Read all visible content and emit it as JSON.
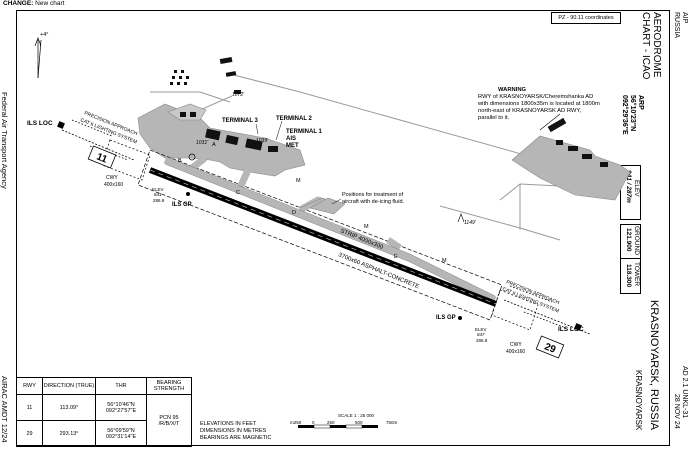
{
  "change": {
    "label": "CHANGE:",
    "text": "New chart"
  },
  "coord_system": "PZ - 90.11 coordinates",
  "agency": "Federal Air Transport Agency",
  "amdt": "AIRAC AMDT 12/24",
  "header": {
    "aip": "AIP",
    "country": "RUSSIA",
    "chart_title": "AERODROME",
    "chart_subtitle": "CHART - ICAO",
    "arp_label": "ARP",
    "arp_lat": "56°10'23\"N",
    "arp_lon": "092°29'36\"E",
    "elev_label": "ELEV",
    "elev_value": "941 / 287m",
    "ground_label": "GROUND",
    "ground_freq": "121.900",
    "tower_label": "TOWER",
    "tower_freq": "118.300",
    "airport_name": "KRASNOYARSK, RUSSIA",
    "city": "KRASNOYARSK",
    "ad_ref": "AD 2.1 UNKL-31",
    "date": "28 NOV 24"
  },
  "warning": {
    "title": "WARNING",
    "lines": [
      "RWY of KRASNOYARSK/Cheremshanka AD",
      "with dimensions 1800x35m is located at 1800m",
      "north-east of KRASNOYARSK AD RWY,",
      "parallel to it."
    ]
  },
  "chart": {
    "north": "+4°",
    "terminals": [
      "TERMINAL 3",
      "TERMINAL 2",
      "TERMINAL 1"
    ],
    "ais": "AIS",
    "met": "MET",
    "deicing": [
      "Positions for treatment of",
      "aircraft with de-icing fluid."
    ],
    "obstacles": [
      "1072'",
      "1031'",
      "1039'",
      "1149'"
    ],
    "twy": [
      "A",
      "B",
      "C",
      "D",
      "E",
      "M",
      "M",
      "M"
    ],
    "strip": "STRIP 4000x300",
    "rwy_dim": "3700x60 ASPHALT-CONCRETE",
    "ils_loc": "ILS LOC",
    "ils_gp": "ILS GP",
    "approach": [
      "PRECISION APPROACH",
      "CAT II LIGHTING SYSTEM"
    ],
    "cwy_label": "CWY",
    "cwy_dim": "400x160",
    "rwy_11": "11",
    "rwy_29": "29",
    "elev_11": [
      "ELEV",
      "841",
      "286.9"
    ],
    "elev_29": [
      "ELEV",
      "847",
      "286.8"
    ]
  },
  "table": {
    "headers": [
      "RWY",
      "DIRECTION (TRUE)",
      "THR",
      "BEARING STRENGTH"
    ],
    "rows": [
      {
        "rwy": "11",
        "dir": "113.09°",
        "thr_lat": "56°10'46\"N",
        "thr_lon": "092°27'57\"E"
      },
      {
        "rwy": "29",
        "dir": "293.13°",
        "thr_lat": "56°09'59\"N",
        "thr_lon": "092°31'14\"E"
      }
    ],
    "pcn": "PCN 95",
    "pcn_code": "/R/B/X/T"
  },
  "notes": [
    "ELEVATIONS IN FEET",
    "DIMENSIONS IN METRES",
    "BEARINGS ARE MAGNETIC"
  ],
  "scale": {
    "title": "SCALE 1 : 25 000",
    "ticks": [
      "m250",
      "0",
      "250",
      "500",
      "750m"
    ]
  }
}
